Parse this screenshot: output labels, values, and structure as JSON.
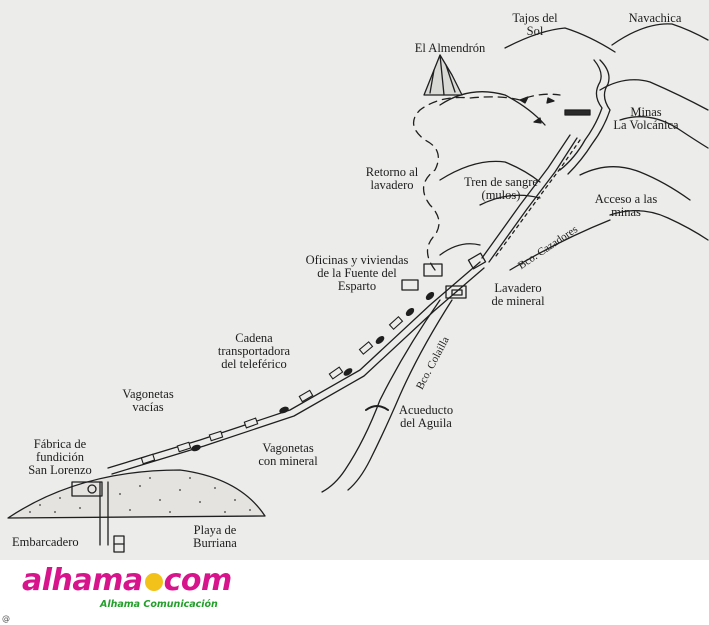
{
  "map": {
    "labels": {
      "tajos_line1": "Tajos del",
      "tajos_line2": "Sol",
      "navachica": "Navachica",
      "almendron": "El Almendrón",
      "minas_line1": "Minas",
      "minas_line2": "La Volcánica",
      "retorno_line1": "Retorno al",
      "retorno_line2": "lavadero",
      "tren_line1": "Tren de sangre",
      "tren_line2": "(mulos)",
      "acceso_line1": "Acceso a las",
      "acceso_line2": "minas",
      "bco_cazadores": "Bco. Cazadores",
      "oficinas_line1": "Oficinas y viviendas",
      "oficinas_line2": "de la Fuente del",
      "oficinas_line3": "Esparto",
      "lavadero_line1": "Lavadero",
      "lavadero_line2": "de mineral",
      "cadena_line1": "Cadena",
      "cadena_line2": "transportadora",
      "cadena_line3": "del teleférico",
      "bco_colailla": "Bco. Colailla",
      "vacias_line1": "Vagonetas",
      "vacias_line2": "vacías",
      "acueducto_line1": "Acueducto",
      "acueducto_line2": "del Aguila",
      "fabrica_line1": "Fábrica de",
      "fabrica_line2": "fundición",
      "fabrica_line3": "San Lorenzo",
      "mineral_line1": "Vagonetas",
      "mineral_line2": "con mineral",
      "playa_line1": "Playa de",
      "playa_line2": "Burriana",
      "embarcadero": "Embarcadero"
    }
  },
  "logo": {
    "brand_left": "alhama",
    "brand_right": "com",
    "tagline": "Alhama Comunicación",
    "colors": {
      "brand": "#d8148c",
      "dot": "#f2c21a",
      "tagline": "#22a02a"
    }
  },
  "footer": {
    "mark": "@"
  }
}
